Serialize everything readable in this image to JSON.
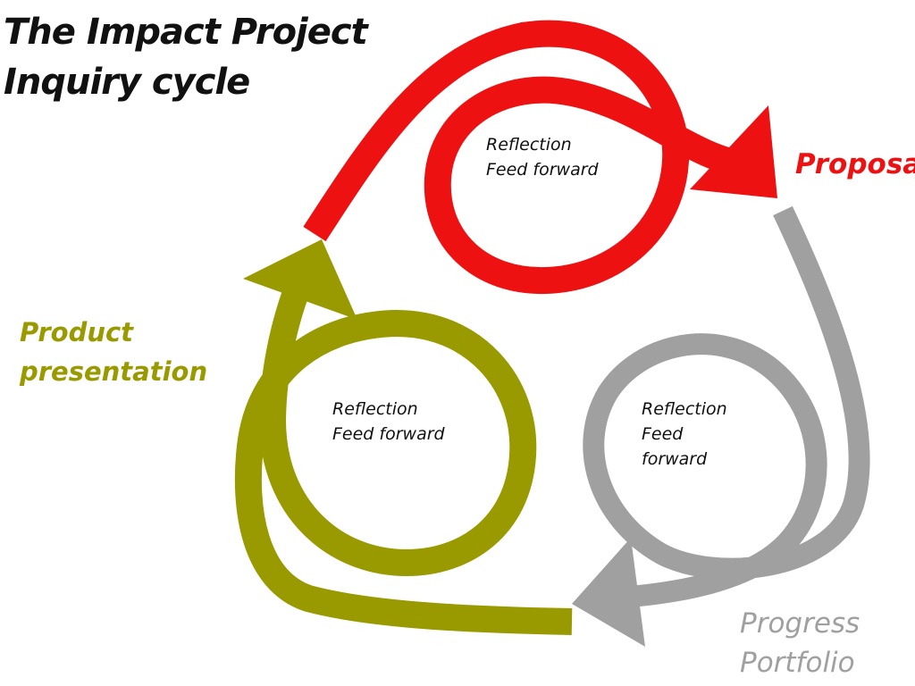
{
  "title": {
    "line1": "The Impact Project",
    "line2": "Inquiry cycle"
  },
  "colors": {
    "proposal": "#ee1111",
    "progress": "#a0a0a0",
    "product": "#999900",
    "text": "#111111"
  },
  "stages": {
    "proposal": {
      "label": "Proposa"
    },
    "product": {
      "line1": "Product",
      "line2": "presentation"
    },
    "progress": {
      "line1": "Progress",
      "line2": "Portfolio"
    }
  },
  "loops": {
    "red": {
      "line1": "Reflection",
      "line2": "Feed forward"
    },
    "olive": {
      "line1": "Reflection",
      "line2": "Feed forward"
    },
    "gray": {
      "line1": "Reflection",
      "line2": "Feed",
      "line3": "forward"
    }
  }
}
